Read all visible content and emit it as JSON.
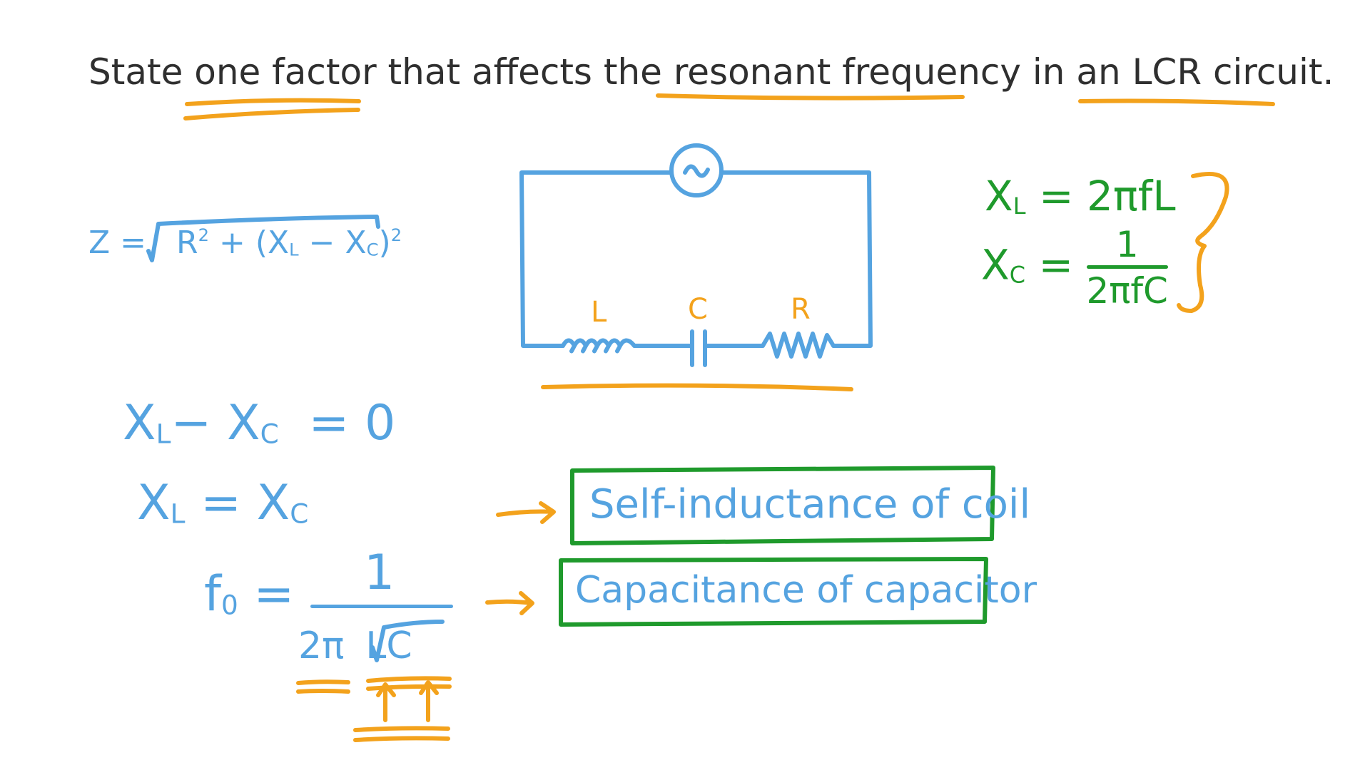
{
  "colors": {
    "blue": "#55a3e0",
    "green": "#1f9a2c",
    "orange": "#f3a21c",
    "text": "#2f2f2f"
  },
  "question": "State one factor that affects the resonant frequency in an LCR circuit.",
  "impedance": {
    "lhs": "Z =",
    "r": "R",
    "sq": "2",
    "open": "+ (X",
    "sub_l": "L",
    "minus": "− X",
    "sub_c": "C",
    "close": ")",
    "sq2": "2"
  },
  "circuit": {
    "source_symbol": "~",
    "label_l": "L",
    "label_c": "C",
    "label_r": "R"
  },
  "reactances": {
    "xl": {
      "x": "X",
      "sub": "L",
      "rhs": "= 2πfL"
    },
    "xc": {
      "x": "X",
      "sub": "C",
      "eq": "=",
      "num": "1",
      "den": "2πfC"
    }
  },
  "steps": {
    "step1": {
      "x1": "X",
      "sub1": "L",
      "mid": "− X",
      "sub2": "C",
      "rhs": "= 0"
    },
    "step2": {
      "x1": "X",
      "sub1": "L",
      "mid": "= X",
      "sub2": "C"
    },
    "resonance": {
      "lhs": "f",
      "sub": "0",
      "eq": "=",
      "num": "1",
      "den_pre": "2π",
      "den_root": "LC"
    }
  },
  "answers": [
    "Self-inductance of coil",
    "Capacitance of capacitor"
  ]
}
